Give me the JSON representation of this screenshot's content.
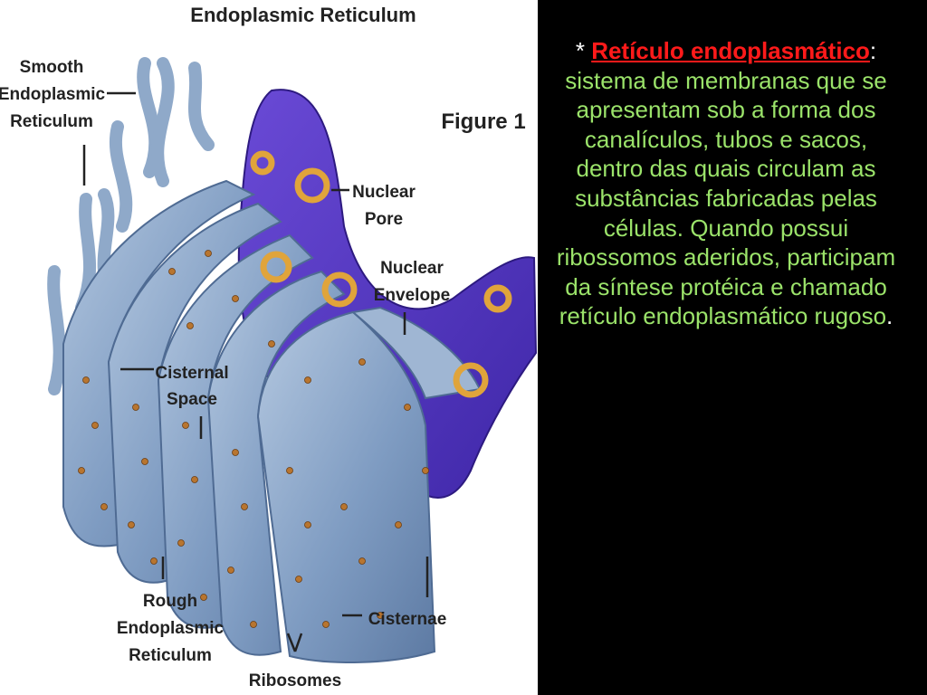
{
  "figure": {
    "title": "Endoplasmic Reticulum",
    "figure_label": "Figure 1",
    "labels": {
      "smooth": [
        "Smooth",
        "Endoplasmic",
        "Reticulum"
      ],
      "nuclear_pore": [
        "Nuclear",
        "Pore"
      ],
      "nuclear_envelope": [
        "Nuclear",
        "Envelope"
      ],
      "cisternal_space": [
        "Cisternal",
        "Space"
      ],
      "rough": [
        "Rough",
        "Endoplasmic",
        "Reticulum"
      ],
      "cisternae": "Cisternae",
      "ribosomes": "Ribosomes"
    }
  },
  "slide_text": {
    "bullet": "*",
    "term": "Retículo endoplasmático",
    "colon": ":",
    "body": "sistema de membranas que se apresentam sob a forma dos canalículos, tubos e sacos, dentro das quais circulam as substâncias fabricadas pelas células. Quando possui ribossomos aderidos, participam da síntese protéica e chamado retículo endoplasmático rugoso",
    "period": "."
  },
  "colors": {
    "background": "#000000",
    "body_text": "#9be36a",
    "term": "#ff1a1a",
    "membrane": "#8fa9c9",
    "nucleus": "#5b3cc4",
    "ribosome": "#b8752f"
  }
}
